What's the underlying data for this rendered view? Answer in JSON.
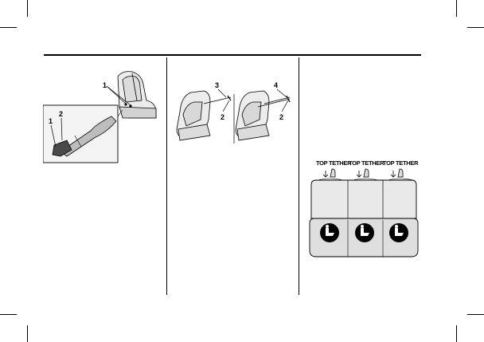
{
  "figure_left": {
    "callouts": [
      "1",
      "2",
      "1"
    ]
  },
  "figure_middle": {
    "callouts": [
      "3",
      "2",
      "4",
      "2"
    ]
  },
  "figure_right": {
    "tether_labels": [
      "TOP TETHER",
      "TOP TETHER",
      "TOP TETHER"
    ]
  },
  "colors": {
    "line": "#000000",
    "seat_fill": "#e6e6e6",
    "seat_dark": "#cfcfcf",
    "photo_bg": "#f2f2f2"
  },
  "icons": [
    "lower-anchor-child-seat-icon",
    "top-tether-icon"
  ]
}
